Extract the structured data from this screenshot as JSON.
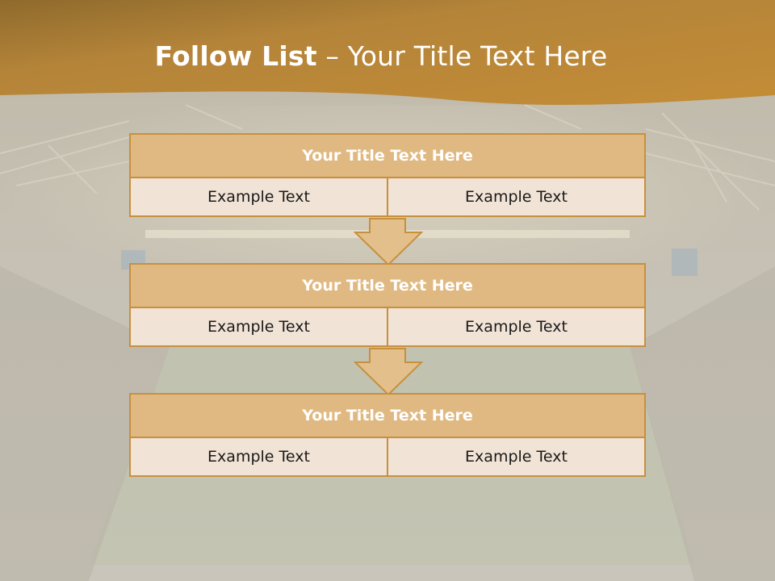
{
  "slide": {
    "title_bold": "Follow List",
    "title_sep": " – ",
    "title_rest": "Your Title Text Here"
  },
  "colors": {
    "header_band": "#b7893f",
    "block_header_fill": "#e0b982",
    "block_border": "#c7903f",
    "cell_fill": "#f1e3d6",
    "arrow_fill": "#e3c08b"
  },
  "blocks": [
    {
      "title": "Your Title Text Here",
      "left": "Example Text",
      "right": "Example Text"
    },
    {
      "title": "Your Title Text Here",
      "left": "Example Text",
      "right": "Example Text"
    },
    {
      "title": "Your Title Text Here",
      "left": "Example Text",
      "right": "Example Text"
    }
  ]
}
